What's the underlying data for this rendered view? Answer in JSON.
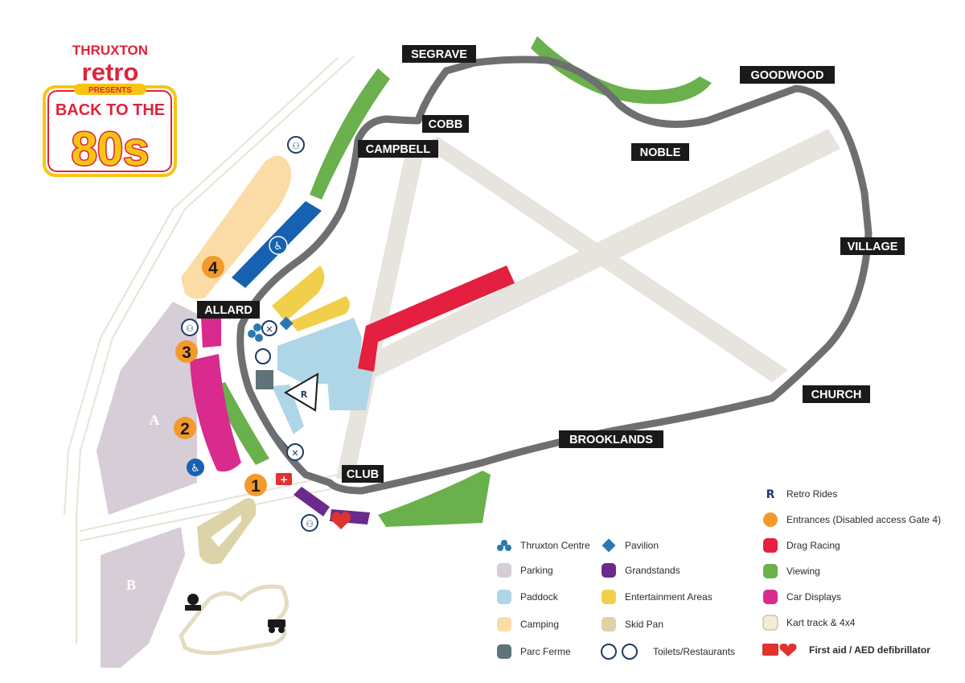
{
  "logo": {
    "brand_line1": "THRUXTON",
    "brand_line2": "retro",
    "presents": "PRESENTS",
    "event_line1": "BACK TO THE",
    "event_line2": "80s"
  },
  "corners": {
    "segrave": "SEGRAVE",
    "goodwood": "GOODWOOD",
    "cobb": "COBB",
    "campbell": "CAMPBELL",
    "noble": "NOBLE",
    "village": "VILLAGE",
    "allard": "ALLARD",
    "church": "CHURCH",
    "brooklands": "BROOKLANDS",
    "club": "CLUB"
  },
  "entrances": [
    "1",
    "2",
    "3",
    "4"
  ],
  "parking_zones": [
    "A",
    "B"
  ],
  "legend": {
    "items": [
      {
        "label": "Thruxton Centre",
        "icon": "thruxton-centre-icon"
      },
      {
        "label": "Pavilion",
        "icon": "pavilion-icon"
      },
      {
        "label": "Parking",
        "color": "#d6cdd6"
      },
      {
        "label": "Grandstands",
        "color": "#6b2a8c"
      },
      {
        "label": "Paddock",
        "color": "#aed6e6"
      },
      {
        "label": "Entertainment Areas",
        "color": "#f2cf4a"
      },
      {
        "label": "Camping",
        "color": "#fbdca6"
      },
      {
        "label": "Skid Pan",
        "color": "#dcd3a8"
      },
      {
        "label": "Parc Ferme",
        "color": "#5f7379"
      },
      {
        "label": "Toilets/Restaurants",
        "icon": "toilets-restaurants-icon"
      },
      {
        "label": "Retro Rides",
        "icon": "retro-rides-icon"
      },
      {
        "label": "Entrances (Disabled access Gate 4)",
        "color": "#f39a2a"
      },
      {
        "label": "Drag Racing",
        "color": "#e41f3f"
      },
      {
        "label": "Viewing",
        "color": "#6ab04c"
      },
      {
        "label": "Car Displays",
        "color": "#d92a8e"
      },
      {
        "label": "Kart track & 4x4",
        "color": "#f2ecd6"
      },
      {
        "label": "First aid / AED defibrillator",
        "icon": "first-aid-icon"
      }
    ]
  },
  "colors": {
    "track": "#6d6f71",
    "runway": "#e6e4dc",
    "parking": "#d6cdd6",
    "camping": "#fbdca6",
    "paddock": "#aed6e6",
    "entertainment": "#f2cf4a",
    "viewing": "#6ab04c",
    "car_displays": "#d92a8e",
    "drag_racing": "#e41f3f",
    "grandstands": "#6b2a8c",
    "accessible_stand": "#1762b0",
    "entrance": "#f39a2a",
    "skid_pan": "#dcd3a8",
    "parc_ferme": "#5f7379",
    "first_aid": "#e0322e",
    "icon_navy": "#1e3a66"
  }
}
